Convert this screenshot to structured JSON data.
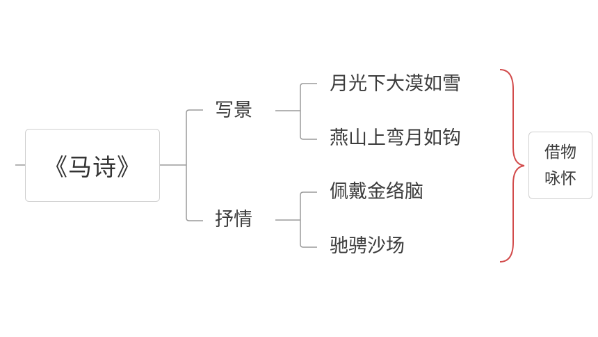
{
  "root": {
    "label": "《马诗》"
  },
  "branches": [
    {
      "label": "写景",
      "children": [
        "月光下大漠如雪",
        "燕山上弯月如钩"
      ]
    },
    {
      "label": "抒情",
      "children": [
        "佩戴金络脑",
        "驰骋沙场"
      ]
    }
  ],
  "summary": {
    "lines": [
      "借物",
      "咏怀"
    ]
  },
  "colors": {
    "connector": "#9a9a9a",
    "brace": "#d24b4b",
    "border": "#cfcfcf",
    "text": "#3c3c3c"
  }
}
